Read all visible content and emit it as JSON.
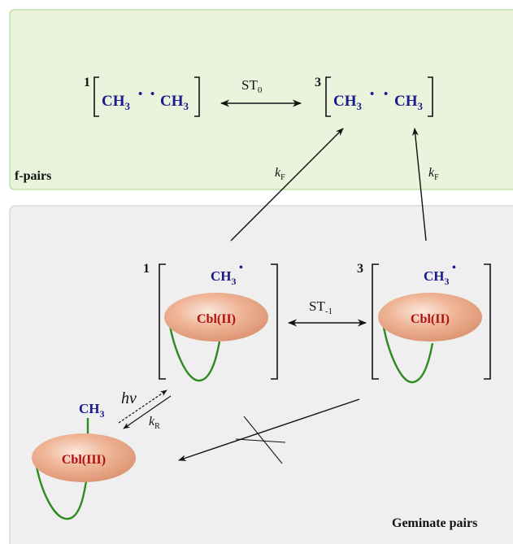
{
  "colors": {
    "fpair_fill": "#eaf4dc",
    "fpair_border": "#a9d08e",
    "geminate_fill": "#efefef",
    "geminate_border": "#c8c8c8",
    "methyl_blue": "#1a1a8c",
    "cbl_red": "#b01010",
    "cbl_fill": "#e9a98a",
    "loop_green": "#2e8b1f",
    "line_black": "#111111"
  },
  "fpairs": {
    "label": "f-pairs",
    "singlet": {
      "multiplicity": "1",
      "left": "CH",
      "left_sub": "3",
      "right": "CH",
      "right_sub": "3",
      "dot": "•"
    },
    "triplet": {
      "multiplicity": "3",
      "left": "CH",
      "left_sub": "3",
      "right": "CH",
      "right_sub": "3",
      "dot": "•"
    },
    "mixing": {
      "text": "ST",
      "sub": "0"
    }
  },
  "rates": {
    "kF_left": {
      "k": "k",
      "sub": "F"
    },
    "kF_right": {
      "k": "k",
      "sub": "F"
    },
    "kR": {
      "k": "k",
      "sub": "R"
    },
    "hv": "hν"
  },
  "geminate": {
    "label": "Geminate pairs",
    "singlet": {
      "multiplicity": "1",
      "methyl": "CH",
      "methyl_sub": "3",
      "dot": "•",
      "cbl": "Cbl(II)"
    },
    "triplet": {
      "multiplicity": "3",
      "methyl": "CH",
      "methyl_sub": "3",
      "dot": "•",
      "cbl": "Cbl(II)"
    },
    "mixing": {
      "text": "ST",
      "sub": "-1"
    },
    "bound": {
      "methyl": "CH",
      "methyl_sub": "3",
      "cbl": "Cbl(III)"
    }
  }
}
